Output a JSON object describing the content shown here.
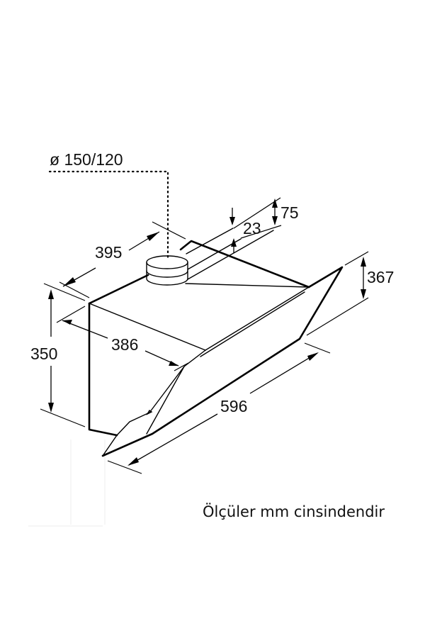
{
  "diagram": {
    "title": "Cooker hood dimension drawing",
    "subject": "Angled wall-mounted chimney hood (isometric view)",
    "units": "mm",
    "caption": "Ölçüler mm cinsindendir",
    "dimensions": {
      "duct_diameter": {
        "label": "ø 150/120",
        "value": "150/120",
        "description": "Exhaust duct diameter"
      },
      "depth_top": {
        "label": "395",
        "value": 395,
        "description": "Depth from wall to duct centre direction (top)"
      },
      "offset_75": {
        "label": "75",
        "value": 75,
        "description": "Duct outlet offset"
      },
      "offset_23": {
        "label": "23",
        "value": 23,
        "description": "Duct outlet offset (inner)"
      },
      "glass_height": {
        "label": "367",
        "value": 367,
        "description": "Front glass panel height"
      },
      "body_height": {
        "label": "350",
        "value": 350,
        "description": "Hood body height"
      },
      "depth_386": {
        "label": "386",
        "value": 386,
        "description": "Body depth"
      },
      "width": {
        "label": "596",
        "value": 596,
        "description": "Overall width"
      }
    },
    "colors": {
      "line": "#000000",
      "background": "#ffffff"
    }
  }
}
